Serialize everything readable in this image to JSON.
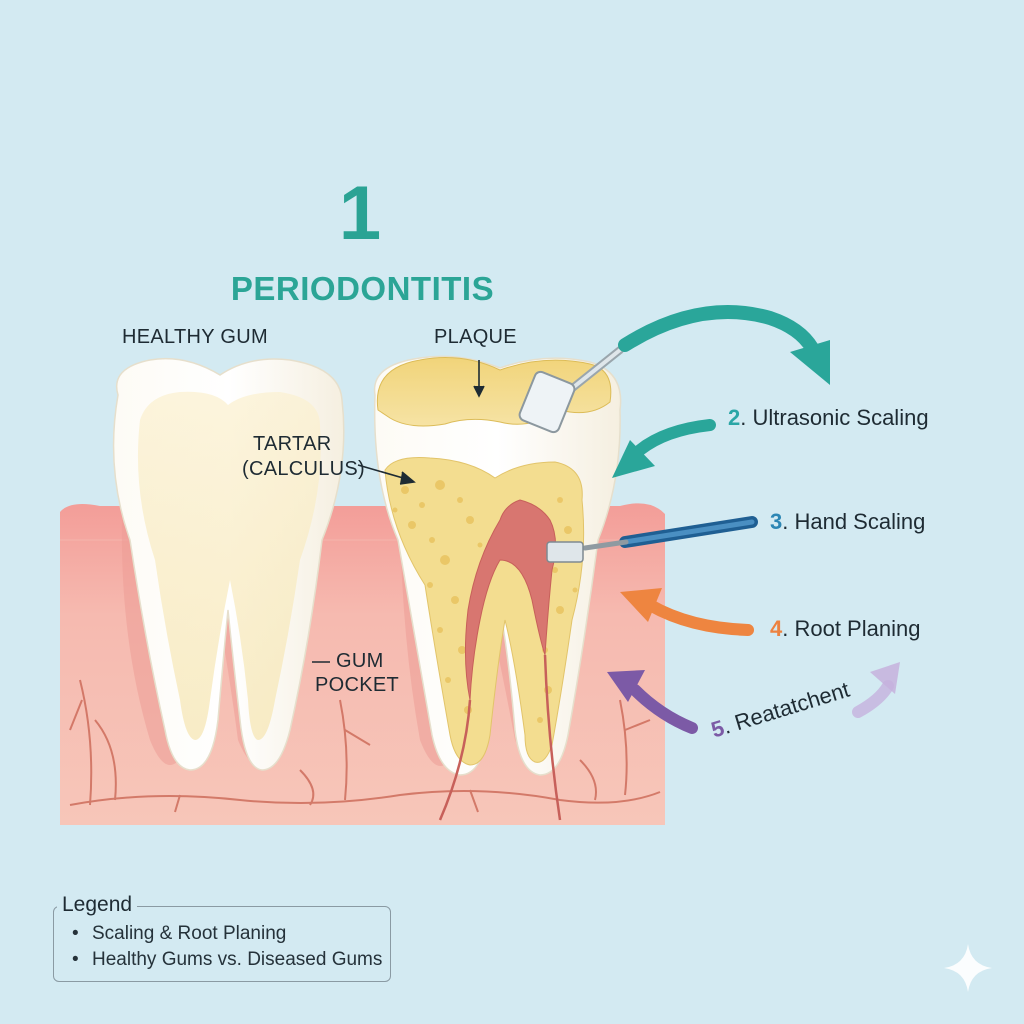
{
  "title": {
    "number": "1",
    "text": "PERIODONTITIS"
  },
  "labels": {
    "healthy_gum": "HEALTHY GUM",
    "plaque": "PLAQUE",
    "tartar_line1": "TARTAR",
    "tartar_line2": "(CALCULUS)",
    "gum_pocket_line1": "GUM",
    "gum_pocket_line2": "POCKET"
  },
  "steps": [
    {
      "number": "2",
      "label": ". Ultrasonic Scaling",
      "color": "#2aa6a6",
      "icon": "ultrasonic-scaler-icon"
    },
    {
      "number": "3",
      "label": ". Hand Scaling",
      "color": "#2c86b4",
      "icon": "hand-scaler-icon"
    },
    {
      "number": "4",
      "label": ". Root Planing",
      "color": "#ec8240",
      "icon": "arrow-icon"
    },
    {
      "number": "5",
      "label": ". Reatatchent",
      "color": "#7c5aa6",
      "icon": "curved-arrow-icon"
    }
  ],
  "legend": {
    "title": "Legend",
    "items": [
      "Scaling & Root Planing",
      "Healthy Gums vs. Diseased Gums"
    ]
  },
  "colors": {
    "background": "#d3eaf2",
    "title_teal": "#2aa394",
    "gum_pink": "#f2aaa2",
    "enamel": "#fbf7ee",
    "tartar_yellow": "#f2dc8c",
    "pulp_red": "#d87670"
  }
}
